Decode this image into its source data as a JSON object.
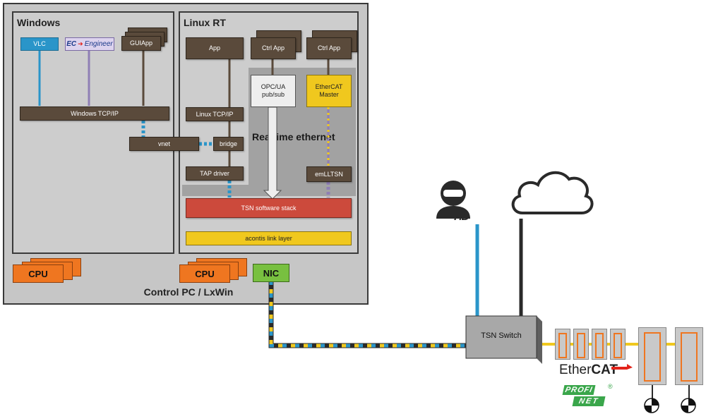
{
  "colors": {
    "panel": "#c6c6c6",
    "box_dark": "#5a4a3b",
    "tsn_red": "#cc4a3c",
    "yellow": "#f0c81e",
    "green_nic": "#78c040",
    "cpu_orange": "#ef7620",
    "cable_blue": "#2a95c9",
    "ethercat_red": "#e2231a",
    "profinet_green": "#3aa64b"
  },
  "control_pc": {
    "label": "Control PC / LxWin",
    "cpu_left_label": "CPU",
    "cpu_right_label": "CPU",
    "nic_label": "NIC"
  },
  "windows": {
    "title": "Windows",
    "vlc_label": "VLC",
    "ec_engineer_ec": "EC",
    "ec_engineer_word": "Engineer",
    "guiapp_label": "GUIApp",
    "tcpip_label": "Windows TCP/IP",
    "vnet_label": "vnet"
  },
  "linux": {
    "title": "Linux RT",
    "app_label": "App",
    "ctrl_app_1_label": "Ctrl App",
    "ctrl_app_2_label": "Ctrl App",
    "opcua_label": "OPC/UA pub/sub",
    "ethercat_master_label": "EtherCAT Master",
    "tcpip_label": "Linux TCP/IP",
    "bridge_label": "bridge",
    "realtime_label": "Realtime ethernet",
    "tap_label": "TAP driver",
    "emlltsn_label": "emLLTSN",
    "tsn_stack_label": "TSN software stack",
    "link_layer_label": "acontis link layer"
  },
  "network": {
    "switch_label": "TSN Switch",
    "camera_badge": "HD",
    "ethercat_logo_prefix": "Ether",
    "ethercat_logo_suffix": "CAT",
    "profinet_line1": "PROFI",
    "profinet_line2": "NET",
    "registered_mark": "®"
  }
}
